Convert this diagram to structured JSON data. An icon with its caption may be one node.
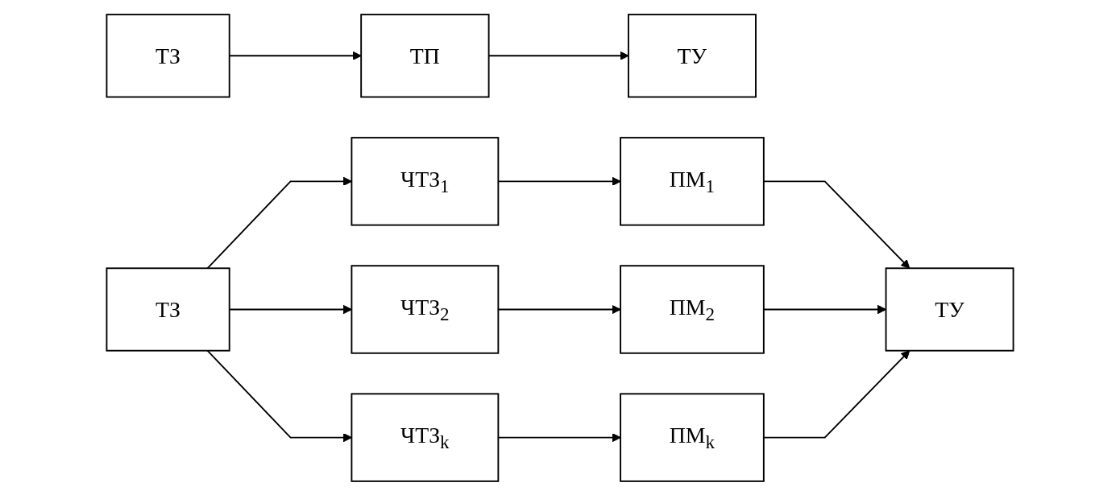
{
  "diagram": {
    "nodes": [
      {
        "text": [
          "ТЗ"
        ]
      },
      {
        "text": [
          "ТП"
        ]
      },
      {
        "text": [
          "ТУ"
        ]
      },
      {
        "text": [
          "ТЗ"
        ]
      },
      {
        "text": [
          "ЧТЗ$_{1}$"
        ]
      },
      {
        "text": [
          "ПМ$_{1}$"
        ]
      },
      {
        "text": [
          "ЧТЗ$_{2}$"
        ]
      },
      {
        "text": [
          "ПМ$_{2}$"
        ]
      },
      {
        "text": [
          "ЧТЗ$_{k}$"
        ]
      },
      {
        "text": [
          "ПМ$_{k}$"
        ]
      },
      {
        "text": [
          "ТУ"
        ]
      }
    ],
    "edges": [
      {
        "from": 0,
        "to": 1,
        "arrow": "to"
      },
      {
        "from": 1,
        "to": 2,
        "arrow": "to"
      },
      {
        "from": 3,
        "to": 4,
        "arrow": "to"
      },
      {
        "from": 3,
        "to": 6,
        "arrow": "to"
      },
      {
        "from": 3,
        "to": 8,
        "arrow": "to"
      },
      {
        "from": 4,
        "to": 5,
        "arrow": "to"
      },
      {
        "from": 6,
        "to": 7,
        "arrow": "to"
      },
      {
        "from": 8,
        "to": 9,
        "arrow": "to"
      },
      {
        "from": 5,
        "to": 10,
        "arrow": "to"
      },
      {
        "from": 7,
        "to": 10,
        "arrow": "to"
      },
      {
        "from": 9,
        "to": 10,
        "arrow": "to"
      }
    ]
  }
}
